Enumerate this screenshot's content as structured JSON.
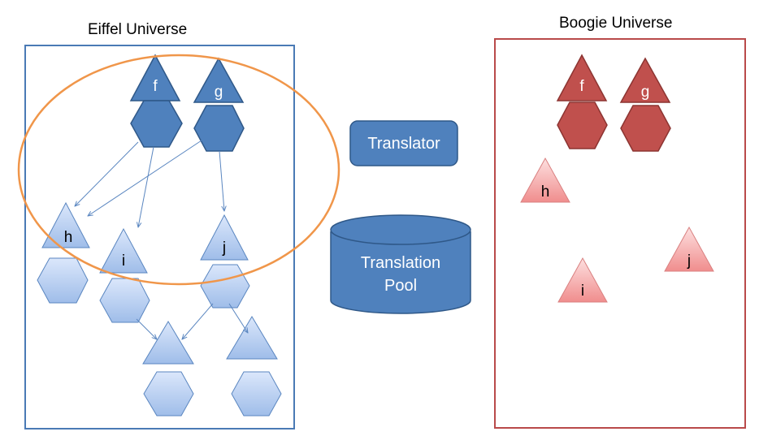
{
  "eiffel": {
    "title": "Eiffel Universe"
  },
  "boogie": {
    "title": "Boogie Universe"
  },
  "translator": {
    "label": "Translator"
  },
  "pool": {
    "label_line1": "Translation",
    "label_line2": "Pool"
  },
  "eiffel_nodes": {
    "f": "f",
    "g": "g",
    "h": "h",
    "i": "i",
    "j": "j"
  },
  "boogie_nodes": {
    "f": "f",
    "g": "g",
    "h": "h",
    "i": "i",
    "j": "j"
  },
  "colors": {
    "eiffel_frame": "#4a7ab5",
    "boogie_frame": "#b94a4a",
    "focus_ellipse": "#f0964a",
    "dark_blue": "#4f81bd",
    "light_blue": "#b7cef2",
    "dark_red": "#c0504d",
    "light_red": "#f4a6a6"
  }
}
